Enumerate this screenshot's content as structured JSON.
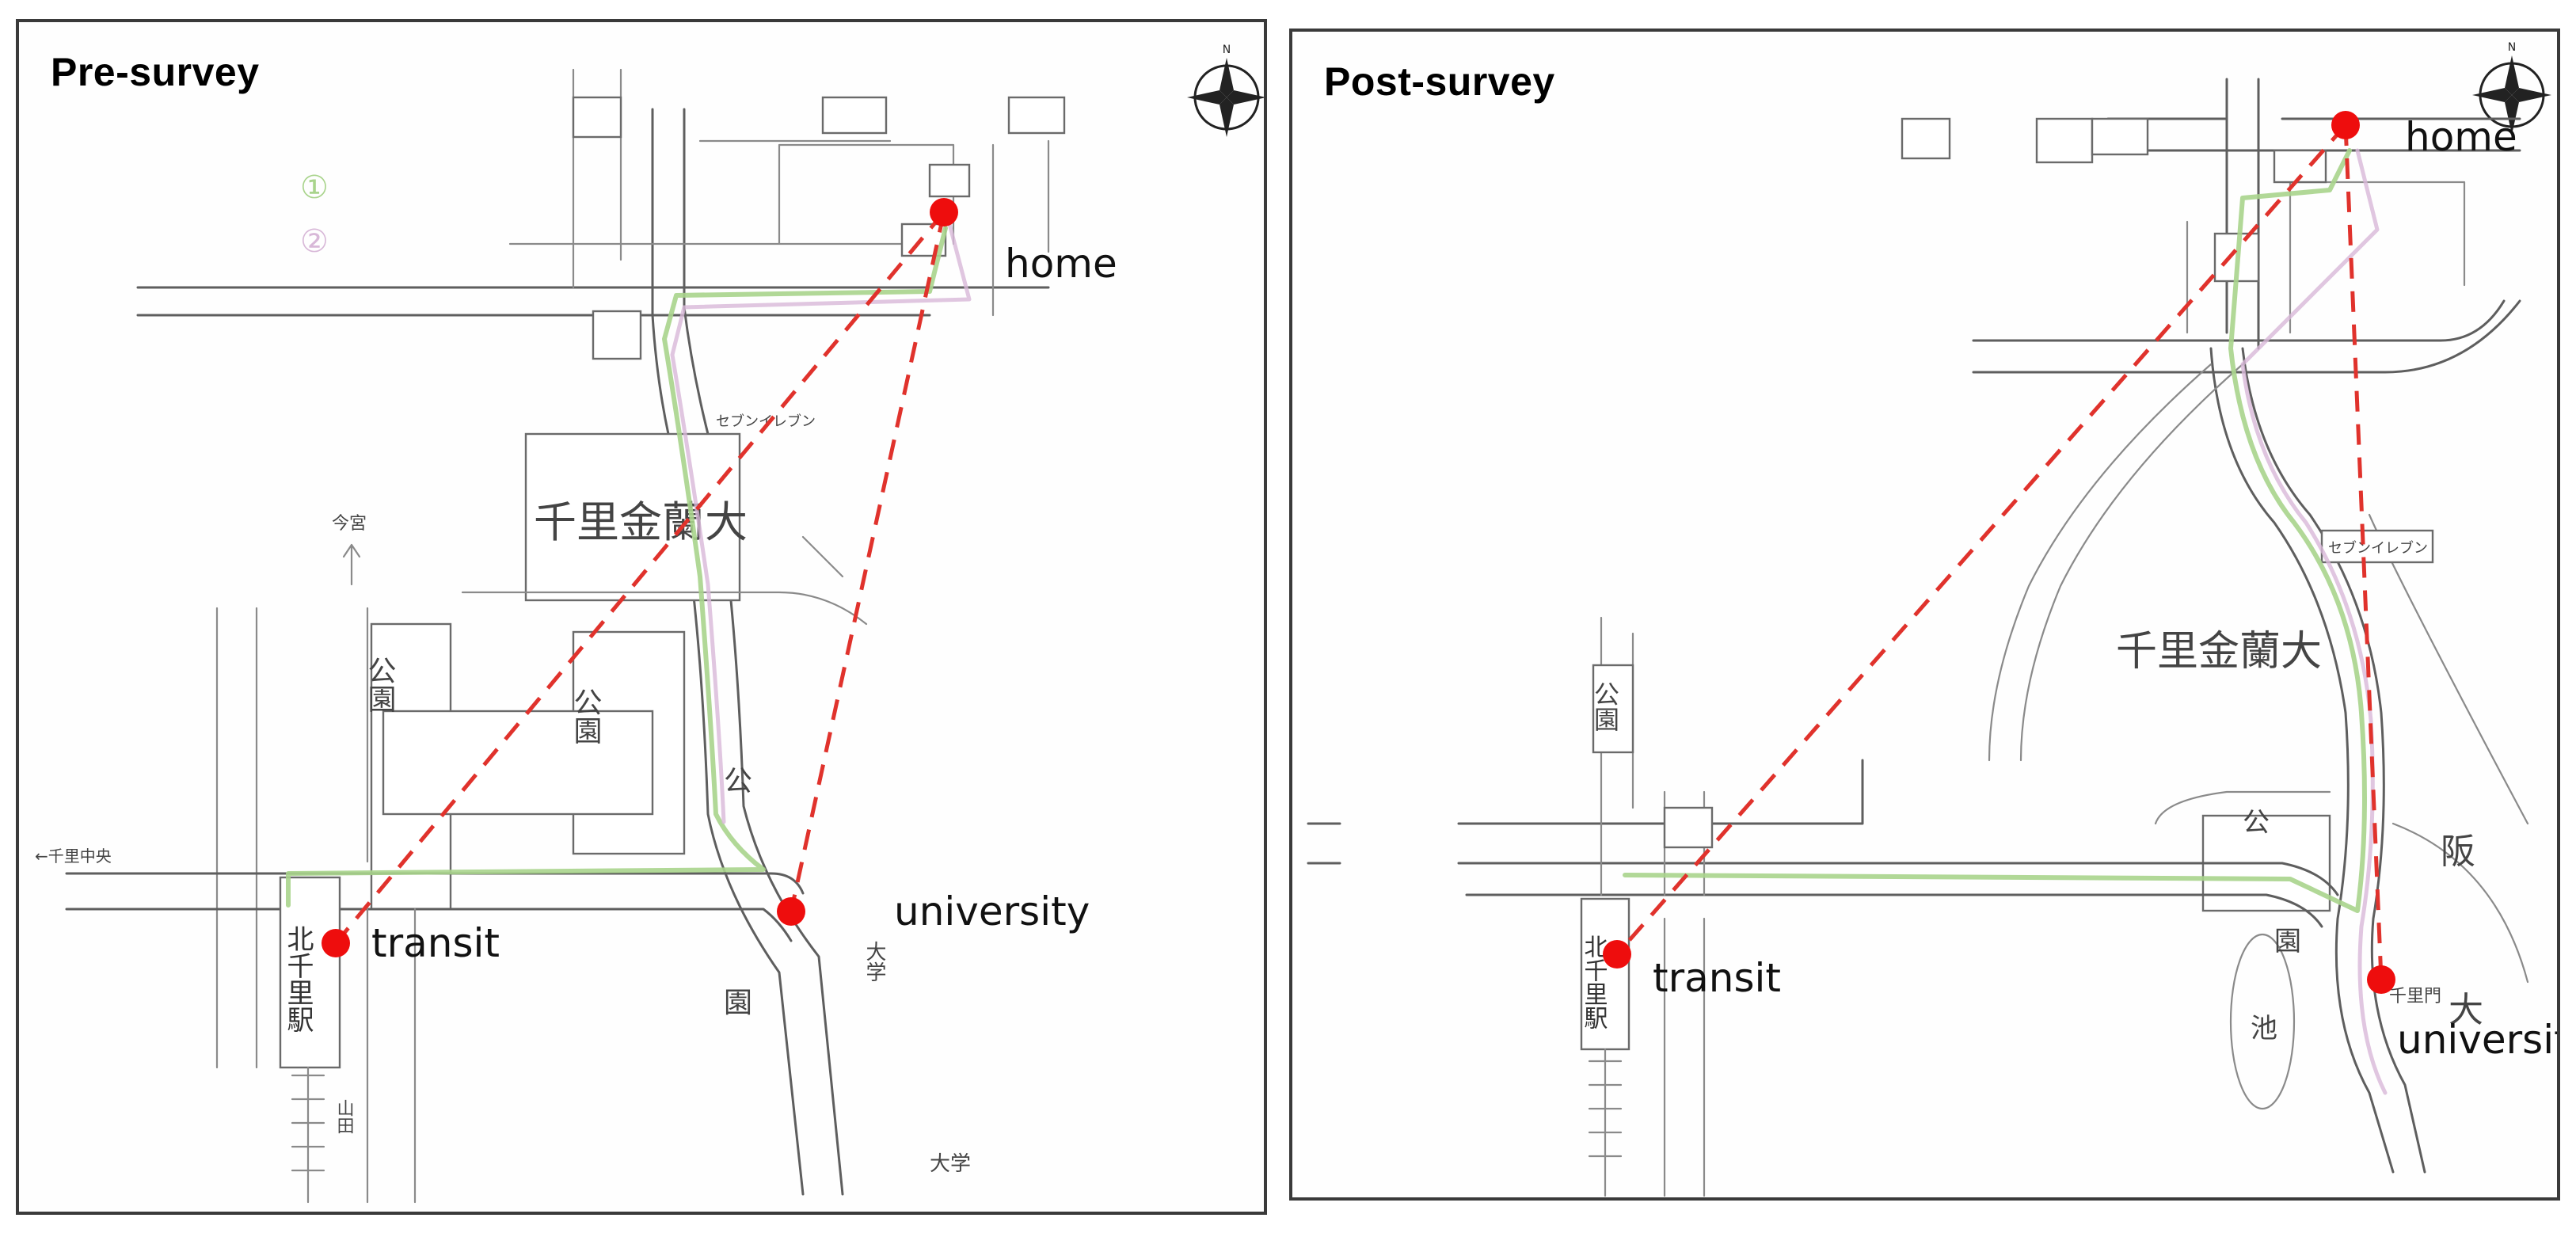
{
  "panels": [
    {
      "title": "Pre-survey",
      "compass_icon": "compass-rose-icon",
      "points": [
        {
          "key": "home",
          "label": "home"
        },
        {
          "key": "transit",
          "label": "transit"
        },
        {
          "key": "university",
          "label": "university"
        }
      ],
      "map_text": {
        "kinran": "千里金蘭大",
        "station": "北千里駅",
        "park": "公園",
        "park_side": "公",
        "park_side2": "園",
        "arrow_up": "今宮",
        "arrow_down": "山田",
        "left_arrow": "←千里中央",
        "seven": "セブンイレブン",
        "daigaku": "大学",
        "legend1": "①",
        "legend2": "②"
      }
    },
    {
      "title": "Post-survey",
      "compass_icon": "compass-rose-icon",
      "points": [
        {
          "key": "home",
          "label": "home"
        },
        {
          "key": "transit",
          "label": "transit"
        },
        {
          "key": "university",
          "label": "university"
        }
      ],
      "map_text": {
        "kinran": "千里金蘭大",
        "station": "北千里駅",
        "park": "公園",
        "park_side": "公",
        "park_side2": "園",
        "pond": "池",
        "han": "阪",
        "dai": "大",
        "seven": "セブンイレブン",
        "gate": "千里門"
      }
    }
  ],
  "colors": {
    "marker": "#ee0d0d",
    "dash": "#e0322c",
    "route_green": "#a9d48c",
    "route_pink": "#d8b8d8"
  }
}
